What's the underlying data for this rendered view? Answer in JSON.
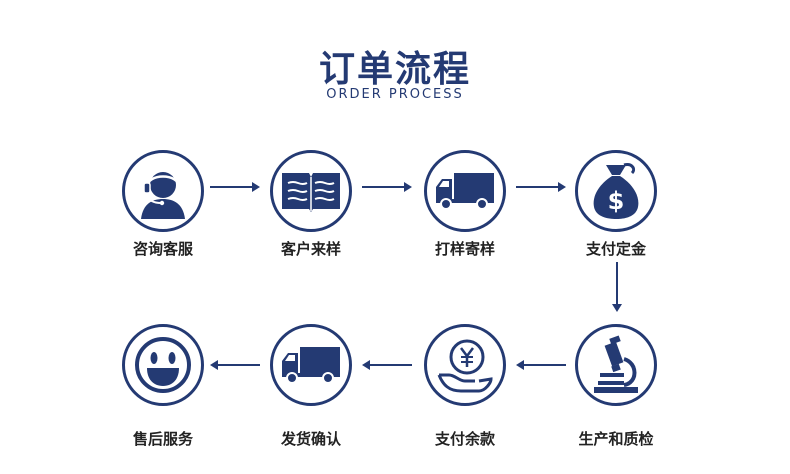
{
  "header": {
    "title": "订单流程",
    "subtitle": "ORDER PROCESS"
  },
  "steps": [
    {
      "label": "咨询客服",
      "icon": "customer-service-icon"
    },
    {
      "label": "客户来样",
      "icon": "open-book-icon"
    },
    {
      "label": "打样寄样",
      "icon": "delivery-truck-icon"
    },
    {
      "label": "支付定金",
      "icon": "money-bag-icon"
    },
    {
      "label": "生产和质检",
      "icon": "microscope-icon"
    },
    {
      "label": "支付余款",
      "icon": "yuan-coin-hand-icon"
    },
    {
      "label": "发货确认",
      "icon": "delivery-truck-icon"
    },
    {
      "label": "售后服务",
      "icon": "smiley-face-icon"
    }
  ],
  "colors": {
    "primary": "#243a73",
    "label": "#222222"
  }
}
